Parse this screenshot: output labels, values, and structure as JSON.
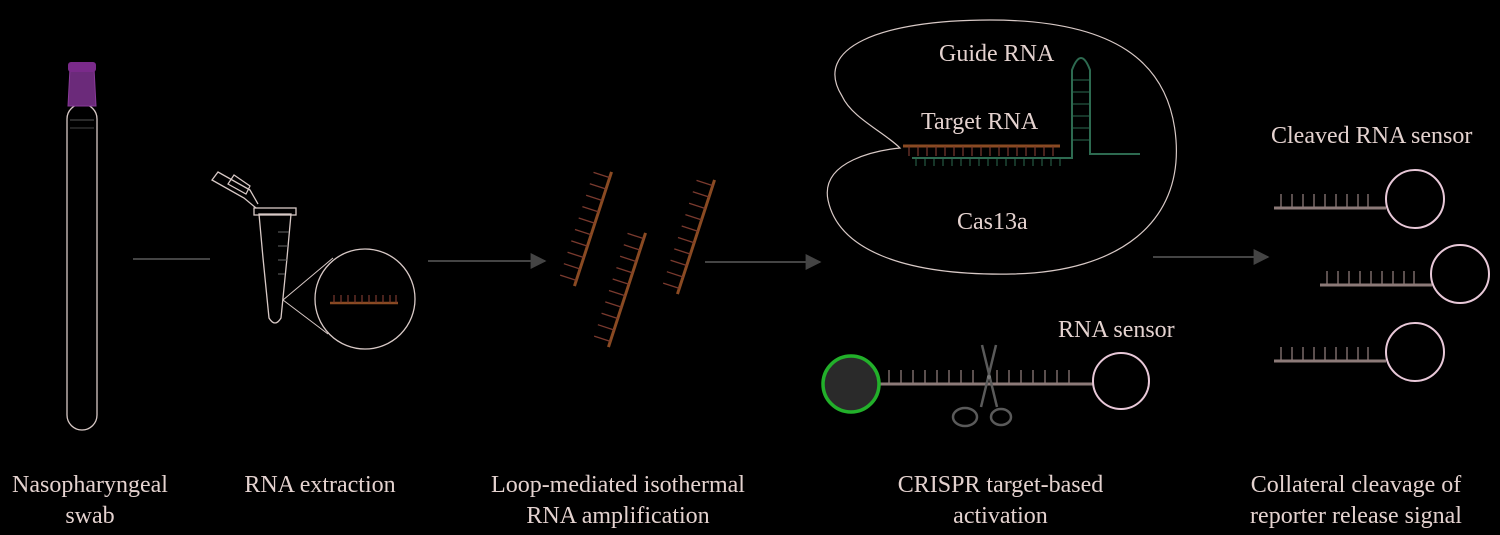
{
  "steps": [
    {
      "line1": "Nasopharyngeal",
      "line2": "swab"
    },
    {
      "line1": "RNA extraction",
      "line2": ""
    },
    {
      "line1": "Loop-mediated isothermal",
      "line2": "RNA amplification"
    },
    {
      "line1": "CRISPR target-based",
      "line2": "activation"
    },
    {
      "line1": "Collateral cleavage of",
      "line2": "reporter release signal"
    }
  ],
  "annotations": {
    "guide_rna": "Guide RNA",
    "target_rna": "Target RNA",
    "cas13a": "Cas13a",
    "rna_sensor": "RNA sensor",
    "cleaved_rna_sensor": "Cleaved RNA sensor"
  },
  "colors": {
    "background": "#000000",
    "text": "#e4d2cf",
    "outline": "#d8c9c6",
    "rna_strand": "#8a4a22",
    "rna_ticks": "#7a3a2e",
    "guide_rna": "#2d6a50",
    "arrow": "#444444",
    "tube_cap": "#7a2a8a",
    "fluorophore_ring": "#22b02a",
    "fluorophore_fill": "#2a2a2a",
    "quencher_ring": "#e8c8d8",
    "sensor_strand": "#8c7a78",
    "scissors": "#555555"
  },
  "icons": [
    "swab-tube-icon",
    "microcentrifuge-tube-icon",
    "magnifier-circle-icon",
    "rna-strand-icon",
    "cas13a-protein-icon",
    "scissors-icon",
    "fluorophore-icon",
    "quencher-icon"
  ]
}
